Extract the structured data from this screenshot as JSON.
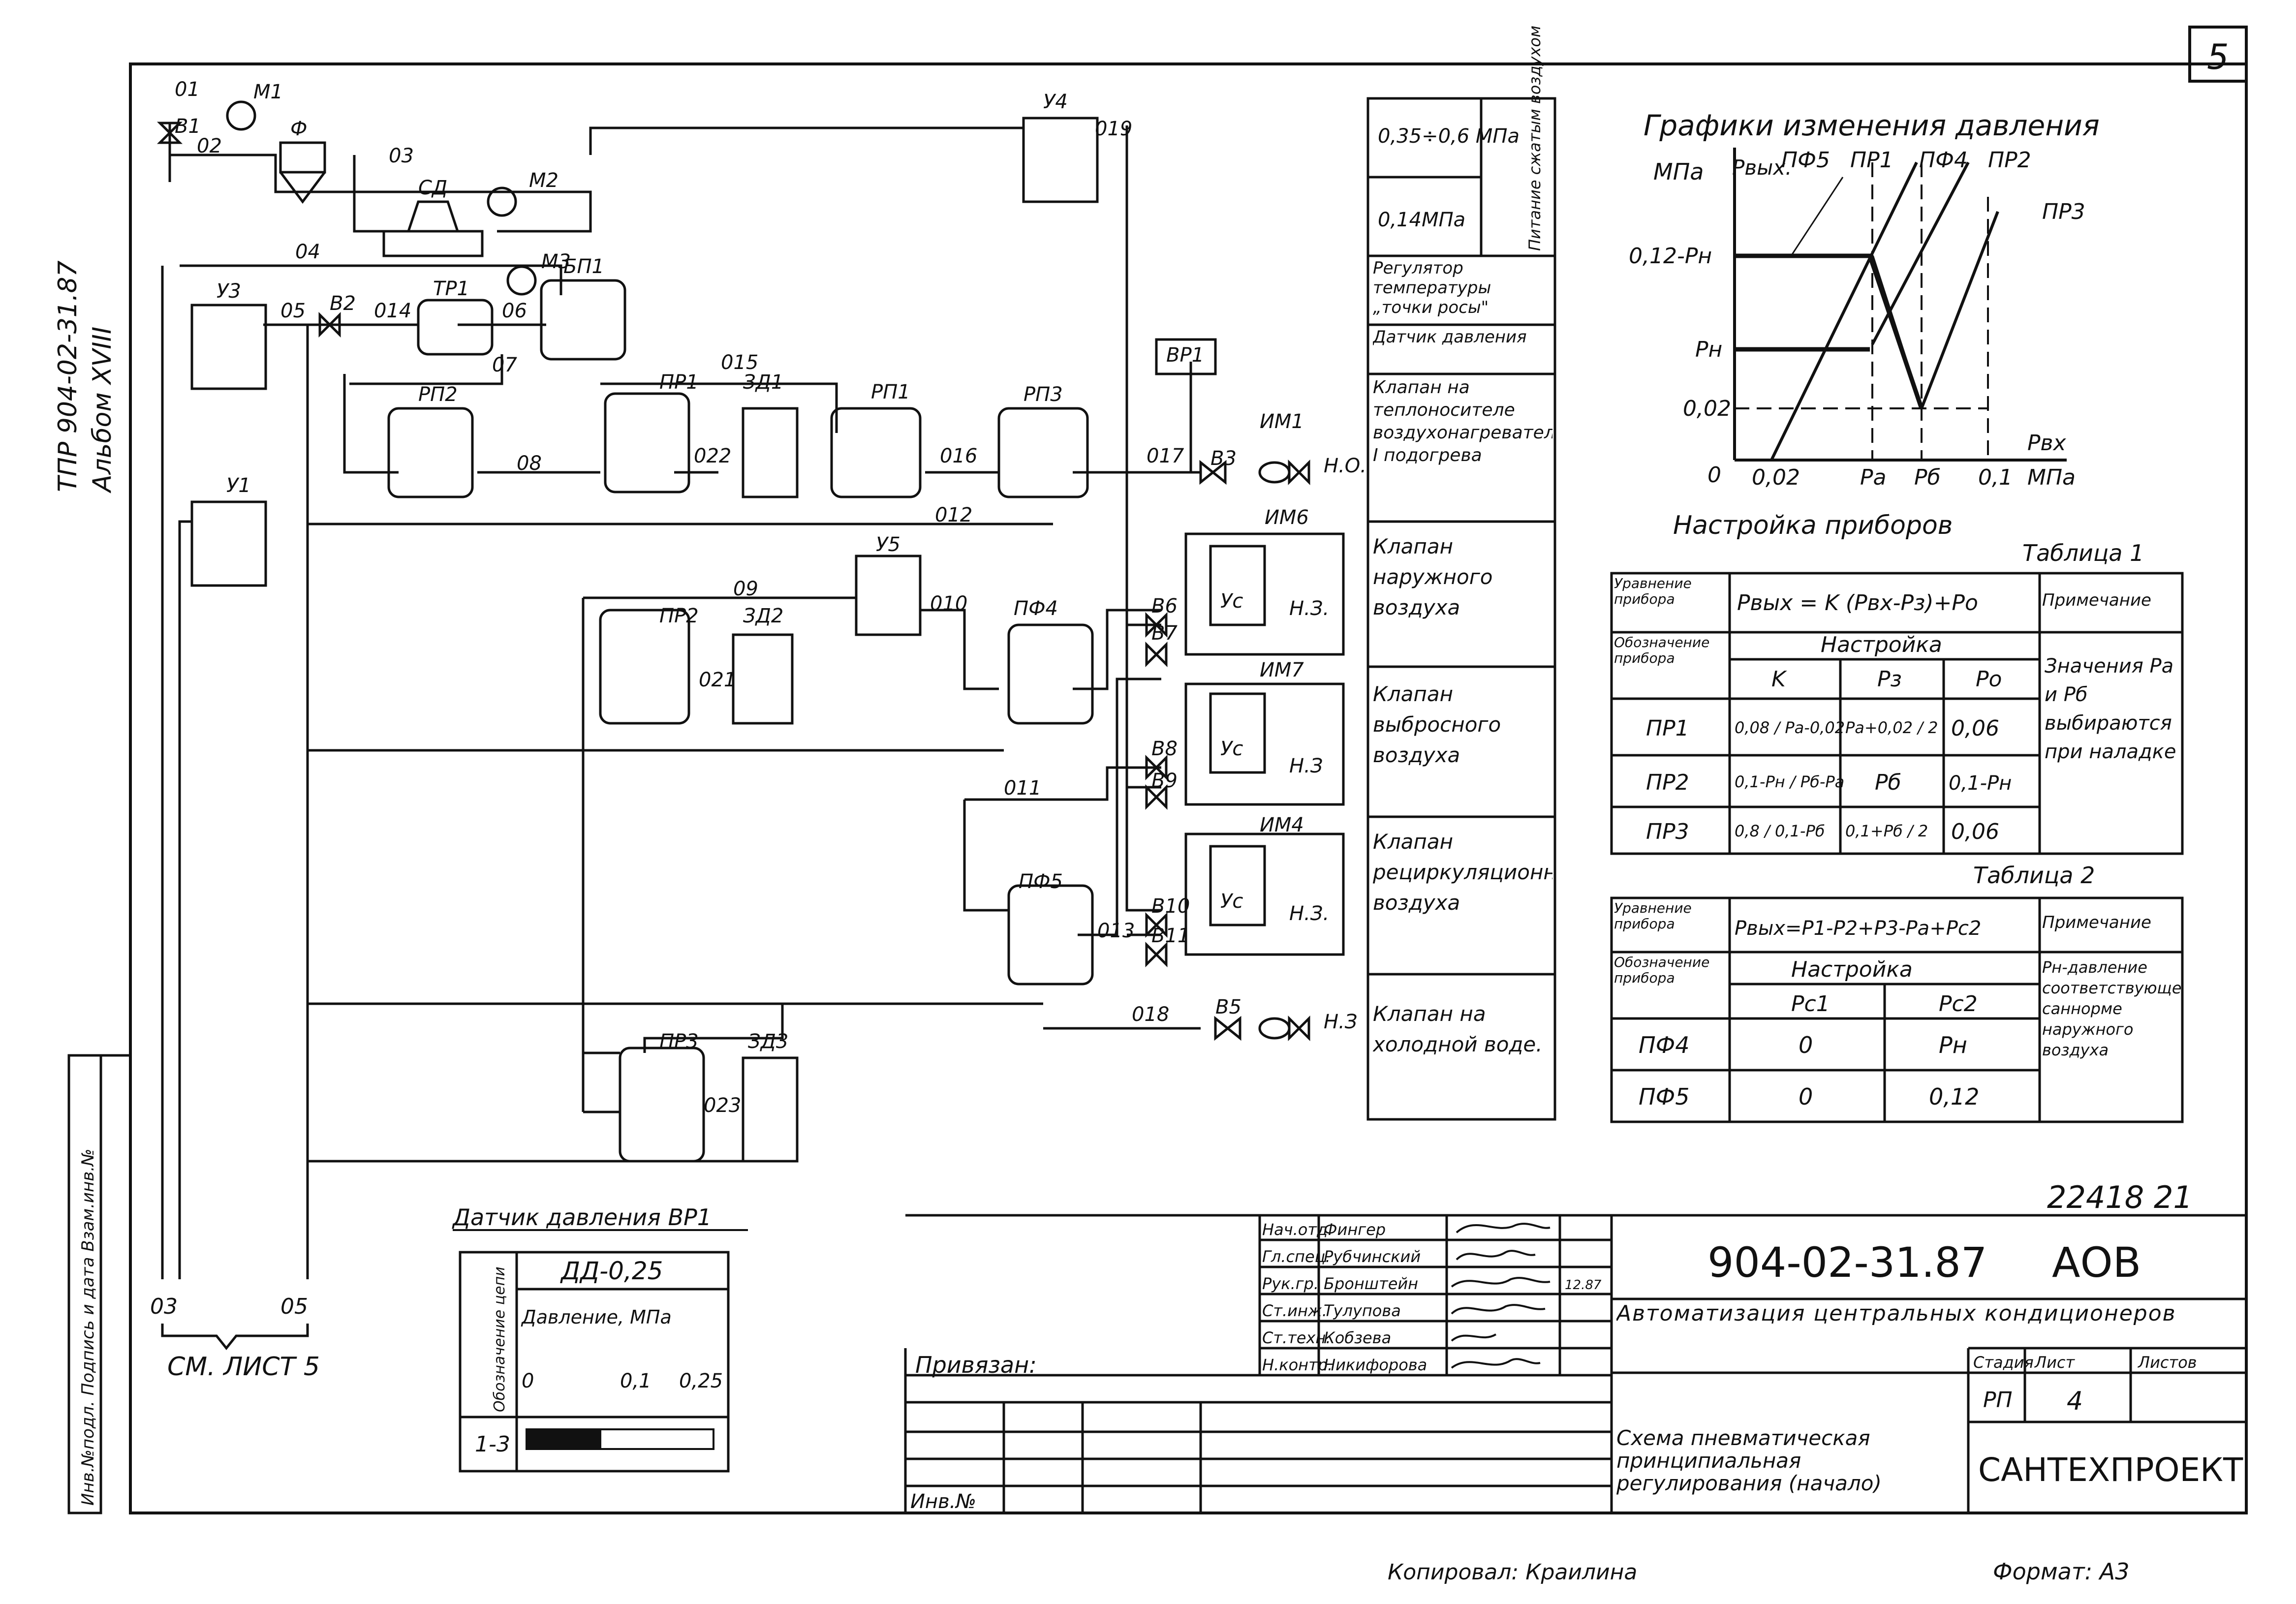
{
  "sheet": {
    "page_number": "5",
    "side_code": "ТПР 904-02-31.87",
    "side_album": "Альбом XVIII",
    "stamp_strip": "Инв.№подл. Подпись и дата Взам.инв.№",
    "bottom_copied": "Копировал: Краилина",
    "bottom_format": "Формат: А3",
    "number_top": "22418 21"
  },
  "schematic": {
    "points": [
      "01",
      "02",
      "03",
      "04",
      "05",
      "06",
      "07",
      "08",
      "09",
      "010",
      "011",
      "012",
      "013",
      "014",
      "015",
      "016",
      "017",
      "018",
      "019",
      "021",
      "022",
      "023"
    ],
    "devices": [
      "В1",
      "В2",
      "В3",
      "В5",
      "В6",
      "В7",
      "В8",
      "В9",
      "В10",
      "В11",
      "М1",
      "М2",
      "М3",
      "Ф",
      "СД",
      "ТР1",
      "БП1",
      "У1",
      "У3",
      "У4",
      "У5",
      "РП1",
      "РП2",
      "РП3",
      "ПР1",
      "ПР2",
      "ПР3",
      "ЗД1",
      "ЗД2",
      "ЗД3",
      "ПФ4",
      "ПФ5",
      "ВР1",
      "ИМ1",
      "ИМ4",
      "ИМ6",
      "ИМ7"
    ],
    "actuator_tags": [
      "Н.О.",
      "Н.З.",
      "Н.З",
      "Н.З.",
      "Н.З",
      "Ус",
      "Ус",
      "Ус"
    ],
    "see_sheet": "СМ. ЛИСТ 5",
    "bottom_left_labels": [
      "03",
      "05"
    ]
  },
  "legend": [
    {
      "left": "0,35÷0,6 МПа",
      "right": "Питание сжатым воздухом"
    },
    {
      "left": "0,14МПа",
      "right": ""
    },
    {
      "text": "Регулятор температуры „точки росы\""
    },
    {
      "text": "Датчик давления"
    },
    {
      "text": "Клапан на теплоносителе воздухонагревателя I подогрева"
    },
    {
      "text": "Клапан наружного воздуха"
    },
    {
      "text": "Клапан выбросного воздуха"
    },
    {
      "text": "Клапан рециркуляционного воздуха"
    },
    {
      "text": "Клапан на холодной воде."
    }
  ],
  "pressure_chart": {
    "title": "Графики изменения давления",
    "y_unit": "МПа",
    "y_label": "Рвых.",
    "x_label": "Рвх",
    "x_unit": "МПа",
    "y_ticks": [
      "0,12-Рн",
      "Рн",
      "0,02",
      "0"
    ],
    "x_ticks": [
      "0,02",
      "Ра",
      "Рб",
      "0,1"
    ],
    "curves": [
      "ПФ5",
      "ПР1",
      "ПФ4",
      "ПР2",
      "ПР3"
    ]
  },
  "settings_title": "Настройка приборов",
  "table1": {
    "caption": "Таблица 1",
    "eq_label": "Уравнение прибора",
    "equation": "Рвых = K (Рвх-Рз)+Ро",
    "note_head": "Примечание",
    "desig_label": "Обозначение прибора",
    "setting_head": "Настройка",
    "cols": [
      "K",
      "Рз",
      "Ро"
    ],
    "rows": [
      {
        "name": "ПР1",
        "k": "0,08 / Ра-0,02",
        "pz": "Ра+0,02 / 2",
        "po": "0,06"
      },
      {
        "name": "ПР2",
        "k": "0,1-Рн / Рб-Ра",
        "pz": "Рб",
        "po": "0,1-Рн"
      },
      {
        "name": "ПР3",
        "k": "0,8 / 0,1-Рб",
        "pz": "0,1+Рб / 2",
        "po": "0,06"
      }
    ],
    "note": "Значения Ра и Рб выбираются при наладке"
  },
  "table2": {
    "caption": "Таблица 2",
    "eq_label": "Уравнение прибора",
    "equation": "Рвых=Р1-Р2+Р3-Ра+Рс2",
    "note_head": "Примечание",
    "desig_label": "Обозначение прибора",
    "setting_head": "Настройка",
    "cols": [
      "Рс1",
      "Рс2"
    ],
    "rows": [
      {
        "name": "ПФ4",
        "c1": "0",
        "c2": "Рн"
      },
      {
        "name": "ПФ5",
        "c1": "0",
        "c2": "0,12"
      }
    ],
    "note": "Рн-давление соответствующее саннорме наружного воздуха"
  },
  "sensor_table": {
    "title": "Датчик давления ВР1",
    "model": "ДД-0,25",
    "col1": "Обозначение цепи",
    "col2": "Давление, МПа",
    "scale": [
      "0",
      "0,1",
      "0,25"
    ],
    "row": "1-3",
    "range_fraction": 0.4
  },
  "title_block": {
    "binding": "Привязан:",
    "inv": "Инв.№",
    "people": [
      {
        "role": "Нач.отд.",
        "name": "Фингер"
      },
      {
        "role": "Гл.спец.",
        "name": "Рубчинский"
      },
      {
        "role": "Рук.гр.",
        "name": "Бронштейн",
        "date": "12.87"
      },
      {
        "role": "Ст.инж.",
        "name": "Тулупова"
      },
      {
        "role": "Ст.техн.",
        "name": "Кобзева"
      },
      {
        "role": "Н.контр.",
        "name": "Никифорова"
      }
    ],
    "code": "904-02-31.87",
    "mark": "АОВ",
    "project": "Автоматизация центральных кондиционеров",
    "stage_head": "Стадия",
    "sheet_head": "Лист",
    "sheets_head": "Листов",
    "stage": "РП",
    "sheet": "4",
    "drawing_title": "Схема пневматическая принципиальная регулирования (начало)",
    "org": "САНТЕХПРОЕКТ"
  }
}
